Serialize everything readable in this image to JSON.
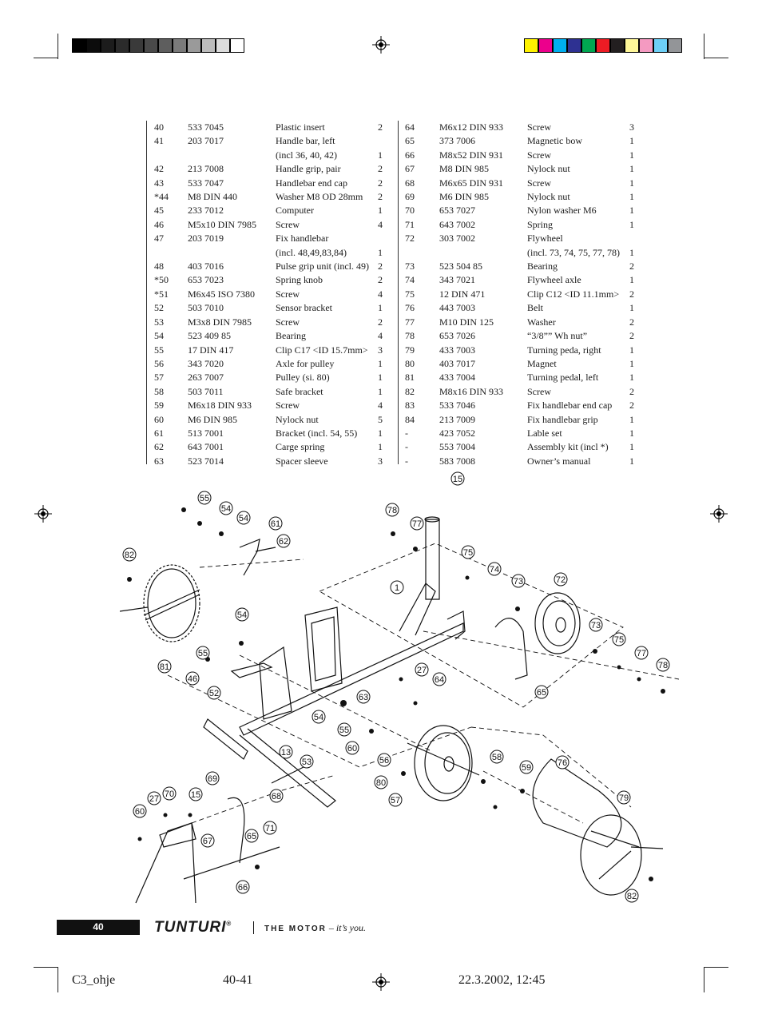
{
  "parts_left": [
    {
      "no": "40",
      "code": "533  7045",
      "desc": "Plastic insert",
      "qty": "2"
    },
    {
      "no": "41",
      "code": "203  7017",
      "desc": "Handle bar, left",
      "qty": ""
    },
    {
      "no": "",
      "code": "",
      "desc": "(incl 36, 40, 42)",
      "qty": "1"
    },
    {
      "no": "42",
      "code": "213  7008",
      "desc": "Handle grip, pair",
      "qty": "2"
    },
    {
      "no": "43",
      "code": "533  7047",
      "desc": "Handlebar end cap",
      "qty": "2"
    },
    {
      "no": "*44",
      "code": "M8 DIN 440",
      "desc": "Washer M8 OD 28mm",
      "qty": "2"
    },
    {
      "no": "45",
      "code": "233  7012",
      "desc": "Computer",
      "qty": "1"
    },
    {
      "no": "46",
      "code": "M5x10 DIN 7985",
      "desc": "Screw",
      "qty": "4"
    },
    {
      "no": "47",
      "code": "203  7019",
      "desc": "Fix handlebar",
      "qty": ""
    },
    {
      "no": "",
      "code": "",
      "desc": "(incl. 48,49,83,84)",
      "qty": "1"
    },
    {
      "no": "48",
      "code": "403  7016",
      "desc": "Pulse grip unit (incl. 49)",
      "qty": "2"
    },
    {
      "no": "*50",
      "code": "653  7023",
      "desc": "Spring knob",
      "qty": "2"
    },
    {
      "no": "*51",
      "code": "M6x45 ISO 7380",
      "desc": "Screw",
      "qty": "4"
    },
    {
      "no": "52",
      "code": "503  7010",
      "desc": "Sensor bracket",
      "qty": "1"
    },
    {
      "no": "53",
      "code": "M3x8 DIN 7985",
      "desc": "Screw",
      "qty": "2"
    },
    {
      "no": "54",
      "code": "523  409 85",
      "desc": "Bearing",
      "qty": "4"
    },
    {
      "no": "55",
      "code": "17 DIN 417",
      "desc": "Clip C17 <ID 15.7mm>",
      "qty": "3"
    },
    {
      "no": "56",
      "code": "343  7020",
      "desc": "Axle for pulley",
      "qty": "1"
    },
    {
      "no": "57",
      "code": "263  7007",
      "desc": "Pulley (si. 80)",
      "qty": "1"
    },
    {
      "no": "58",
      "code": "503  7011",
      "desc": "Safe bracket",
      "qty": "1"
    },
    {
      "no": "59",
      "code": "M6x18 DIN 933",
      "desc": "Screw",
      "qty": "4"
    },
    {
      "no": "60",
      "code": "M6 DIN 985",
      "desc": "Nylock nut",
      "qty": "5"
    },
    {
      "no": "61",
      "code": "513  7001",
      "desc": "Bracket (incl. 54, 55)",
      "qty": "1"
    },
    {
      "no": "62",
      "code": "643  7001",
      "desc": "Carge spring",
      "qty": "1"
    },
    {
      "no": "63",
      "code": "523  7014",
      "desc": "Spacer sleeve",
      "qty": "3"
    }
  ],
  "parts_right": [
    {
      "no": "64",
      "code": "M6x12 DIN 933",
      "desc": "Screw",
      "qty": "3"
    },
    {
      "no": "65",
      "code": "373  7006",
      "desc": "Magnetic bow",
      "qty": "1"
    },
    {
      "no": "66",
      "code": "M8x52 DIN 931",
      "desc": "Screw",
      "qty": "1"
    },
    {
      "no": "67",
      "code": "M8 DIN 985",
      "desc": "Nylock nut",
      "qty": "1"
    },
    {
      "no": "68",
      "code": "M6x65 DIN 931",
      "desc": "Screw",
      "qty": "1"
    },
    {
      "no": "69",
      "code": "M6 DIN 985",
      "desc": "Nylock nut",
      "qty": "1"
    },
    {
      "no": "70",
      "code": "653  7027",
      "desc": "Nylon washer M6",
      "qty": "1"
    },
    {
      "no": "71",
      "code": "643  7002",
      "desc": "Spring",
      "qty": "1"
    },
    {
      "no": "72",
      "code": "303  7002",
      "desc": "Flywheel",
      "qty": ""
    },
    {
      "no": "",
      "code": "",
      "desc": "(incl. 73, 74, 75, 77, 78)",
      "qty": "1"
    },
    {
      "no": "73",
      "code": "523  504 85",
      "desc": "Bearing",
      "qty": "2"
    },
    {
      "no": "74",
      "code": "343  7021",
      "desc": "Flywheel axle",
      "qty": "1"
    },
    {
      "no": "75",
      "code": "12 DIN 471",
      "desc": "Clip C12 <ID 11.1mm>",
      "qty": "2"
    },
    {
      "no": "76",
      "code": "443  7003",
      "desc": "Belt",
      "qty": "1"
    },
    {
      "no": "77",
      "code": "M10 DIN 125",
      "desc": "Washer",
      "qty": "2"
    },
    {
      "no": "78",
      "code": "653  7026",
      "desc": "“3/8”” Wh nut”",
      "qty": "2"
    },
    {
      "no": "79",
      "code": "433  7003",
      "desc": "Turning peda, right",
      "qty": "1"
    },
    {
      "no": "80",
      "code": "403  7017",
      "desc": "Magnet",
      "qty": "1"
    },
    {
      "no": "81",
      "code": "433  7004",
      "desc": "Turning pedal, left",
      "qty": "1"
    },
    {
      "no": "82",
      "code": "M8x16 DIN 933",
      "desc": "Screw",
      "qty": "2"
    },
    {
      "no": "83",
      "code": "533  7046",
      "desc": "Fix handlebar end cap",
      "qty": "2"
    },
    {
      "no": "84",
      "code": "213  7009",
      "desc": "Fix handlebar grip",
      "qty": "1"
    },
    {
      "no": "-",
      "code": "423  7052",
      "desc": "Lable set",
      "qty": "1"
    },
    {
      "no": "-",
      "code": "553  7004",
      "desc": "Assembly kit (incl *)",
      "qty": "1"
    },
    {
      "no": "-",
      "code": "583  7008",
      "desc": "Owner’s manual",
      "qty": "1"
    }
  ],
  "callouts": [
    "15",
    "55",
    "54",
    "54",
    "61",
    "62",
    "82",
    "78",
    "77",
    "75",
    "74",
    "73",
    "72",
    "1",
    "54",
    "55",
    "81",
    "46",
    "52",
    "27",
    "64",
    "63",
    "73",
    "75",
    "77",
    "78",
    "65",
    "54",
    "55",
    "13",
    "53",
    "60",
    "56",
    "58",
    "59",
    "76",
    "80",
    "57",
    "69",
    "68",
    "70",
    "15",
    "27",
    "60",
    "67",
    "65",
    "71",
    "66",
    "79",
    "82"
  ],
  "footer": {
    "page_number": "40",
    "brand": "TUNTURI",
    "registered": "®",
    "tagline_motor": "THE MOTOR",
    "tagline_dash": " – ",
    "tagline_rest": "it’s you."
  },
  "slug": {
    "file": "C3_ohje",
    "pages": "40-41",
    "datetime": "22.3.2002, 12:45"
  },
  "colors": {
    "gray_swatches": [
      "#000000",
      "#0c0c0c",
      "#1c1c1c",
      "#2b2b2b",
      "#3a3a3a",
      "#4a4a4a",
      "#5e5e5e",
      "#7a7a7a",
      "#9a9a9a",
      "#bcbcbc",
      "#dcdcdc",
      "#ffffff"
    ],
    "color_swatches": [
      "#fff200",
      "#ec008c",
      "#00aeef",
      "#2e3192",
      "#00a651",
      "#ed1c24",
      "#231f20",
      "#fff799",
      "#f49ac1",
      "#6dcff6",
      "#939598"
    ]
  }
}
